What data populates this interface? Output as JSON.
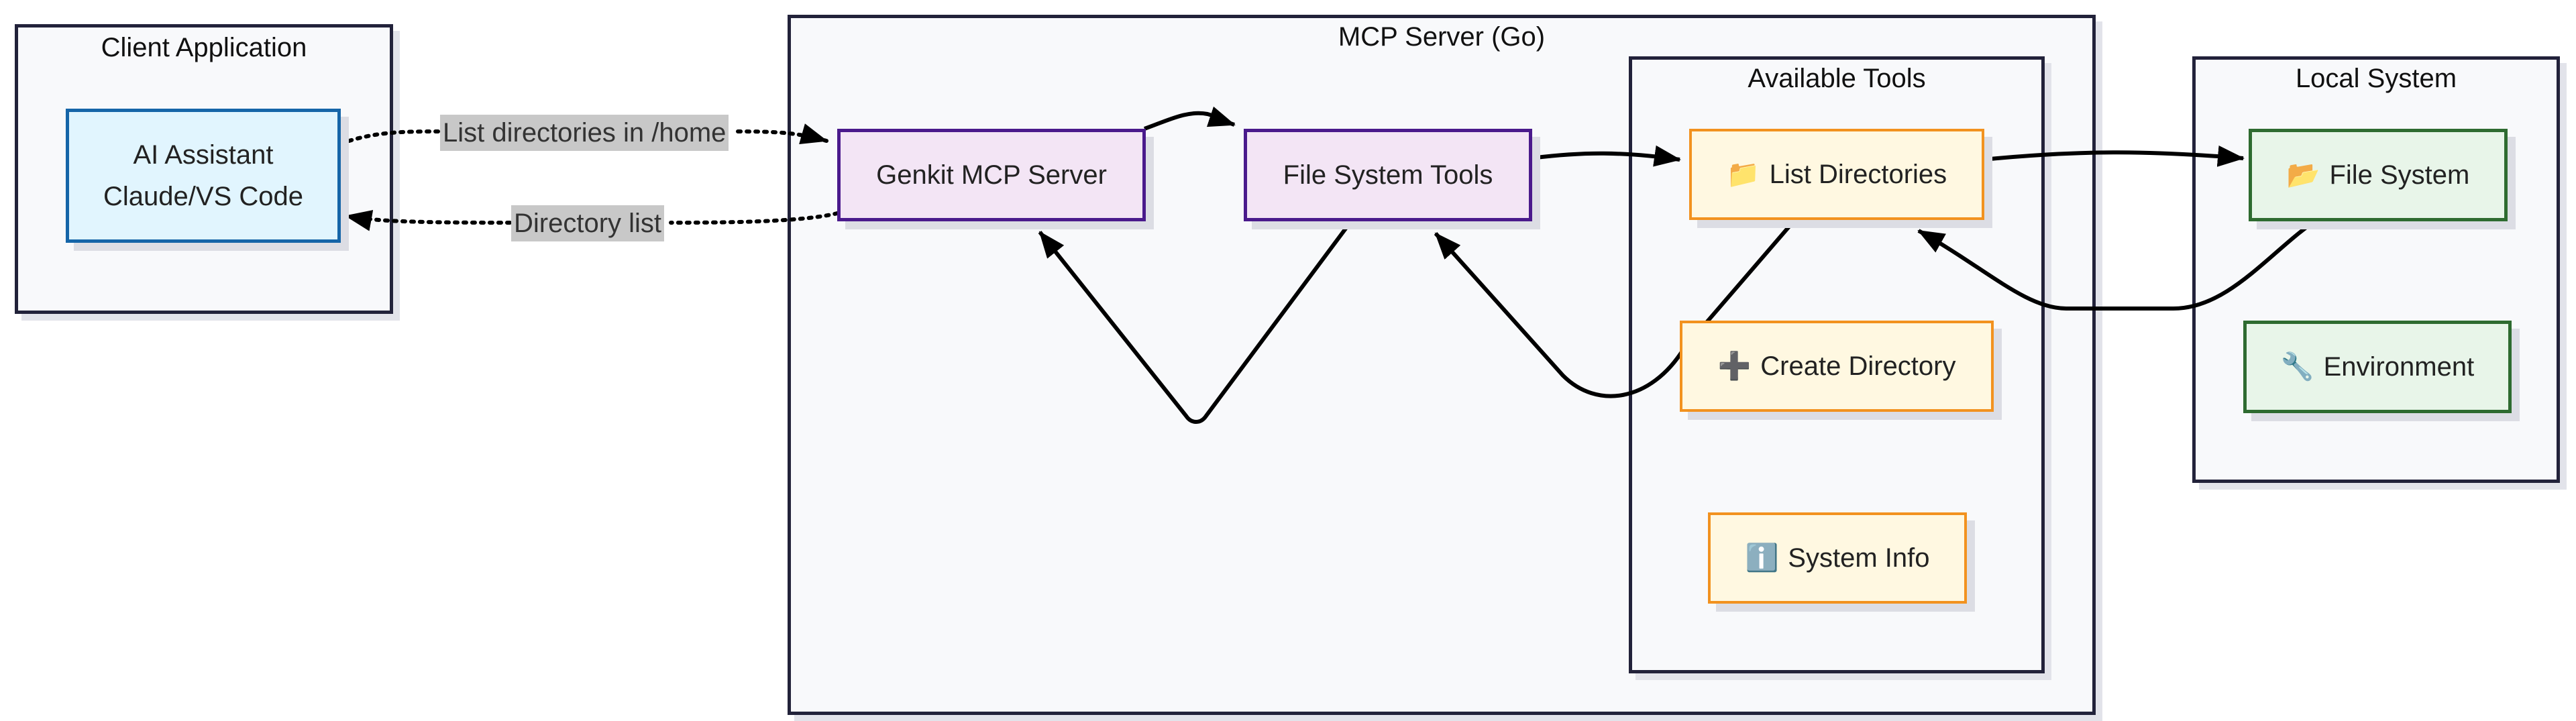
{
  "clusters": {
    "client": {
      "title": "Client Application"
    },
    "server": {
      "title": "MCP Server (Go)"
    },
    "tools": {
      "title": "Available Tools"
    },
    "local": {
      "title": "Local System"
    }
  },
  "nodes": {
    "assistant": {
      "line1": "AI Assistant",
      "line2": "Claude/VS Code"
    },
    "genkit": {
      "label": "Genkit MCP Server"
    },
    "fs_tools": {
      "label": "File System Tools"
    },
    "list_dirs": {
      "icon": "📁",
      "label": "List Directories"
    },
    "create_dir": {
      "icon": "➕",
      "label": "Create Directory"
    },
    "sys_info": {
      "icon": "ℹ️",
      "label": "System Info"
    },
    "file_system": {
      "icon": "📂",
      "label": "File System"
    },
    "environment": {
      "icon": "🔧",
      "label": "Environment"
    }
  },
  "edge_labels": {
    "request": "List directories in /home",
    "response": "Directory list"
  },
  "colors": {
    "client_fill": "#e1f5fe",
    "client_stroke": "#1565a8",
    "mcp_fill": "#f3e5f5",
    "mcp_stroke": "#4a1a8c",
    "tool_fill": "#fff8e1",
    "tool_stroke": "#f2921f",
    "local_fill": "#e8f5e9",
    "local_stroke": "#2e6b30",
    "cluster_stroke": "#22223a",
    "edge": "#000000"
  }
}
